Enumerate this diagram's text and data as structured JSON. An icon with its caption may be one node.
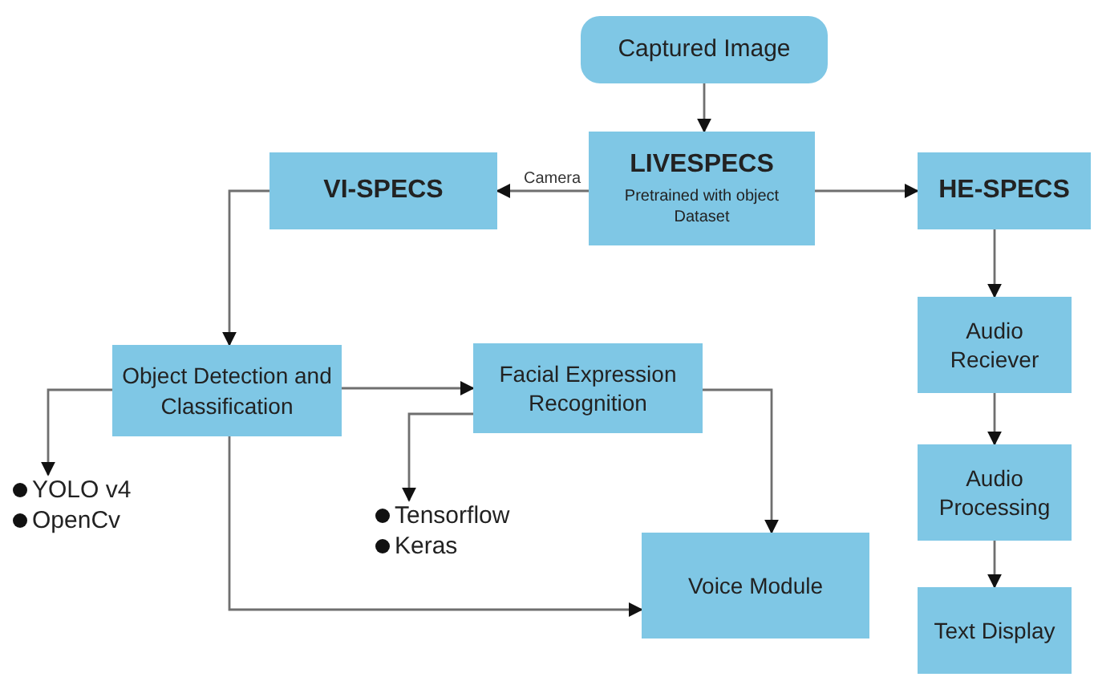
{
  "diagram": {
    "nodes": [
      {
        "text": [
          "Captured Image"
        ]
      },
      {
        "text": [
          "VI-SPECS"
        ]
      },
      {
        "text": [
          "LIVESPECS",
          "Pretrained with object Dataset"
        ]
      },
      {
        "text": [
          "HE-SPECS"
        ]
      },
      {
        "text": [
          "Object Detection and Classification"
        ]
      },
      {
        "text": [
          "Facial Expression Recognition"
        ]
      },
      {
        "text": [
          "YOLO v4",
          "OpenCv"
        ]
      },
      {
        "text": [
          "Tensorflow",
          "Keras"
        ]
      },
      {
        "text": [
          "Voice Module"
        ]
      },
      {
        "text": [
          "Audio Reciever"
        ]
      },
      {
        "text": [
          "Audio Processing"
        ]
      },
      {
        "text": [
          "Text Display"
        ]
      }
    ],
    "edges": [
      {
        "from": 0,
        "to": 2,
        "arrow": "to"
      },
      {
        "from": 2,
        "to": 1,
        "arrow": "to",
        "label": "Camera"
      },
      {
        "from": 2,
        "to": 3,
        "arrow": "to"
      },
      {
        "from": 1,
        "to": 4,
        "arrow": "to"
      },
      {
        "from": 4,
        "to": 5,
        "arrow": "to"
      },
      {
        "from": 4,
        "to": 6,
        "arrow": "to"
      },
      {
        "from": 5,
        "to": 7,
        "arrow": "to"
      },
      {
        "from": 5,
        "to": 8,
        "arrow": "to"
      },
      {
        "from": 4,
        "to": 8,
        "arrow": "to"
      },
      {
        "from": 3,
        "to": 9,
        "arrow": "to"
      },
      {
        "from": 9,
        "to": 10,
        "arrow": "to"
      },
      {
        "from": 10,
        "to": 11,
        "arrow": "to"
      }
    ]
  }
}
